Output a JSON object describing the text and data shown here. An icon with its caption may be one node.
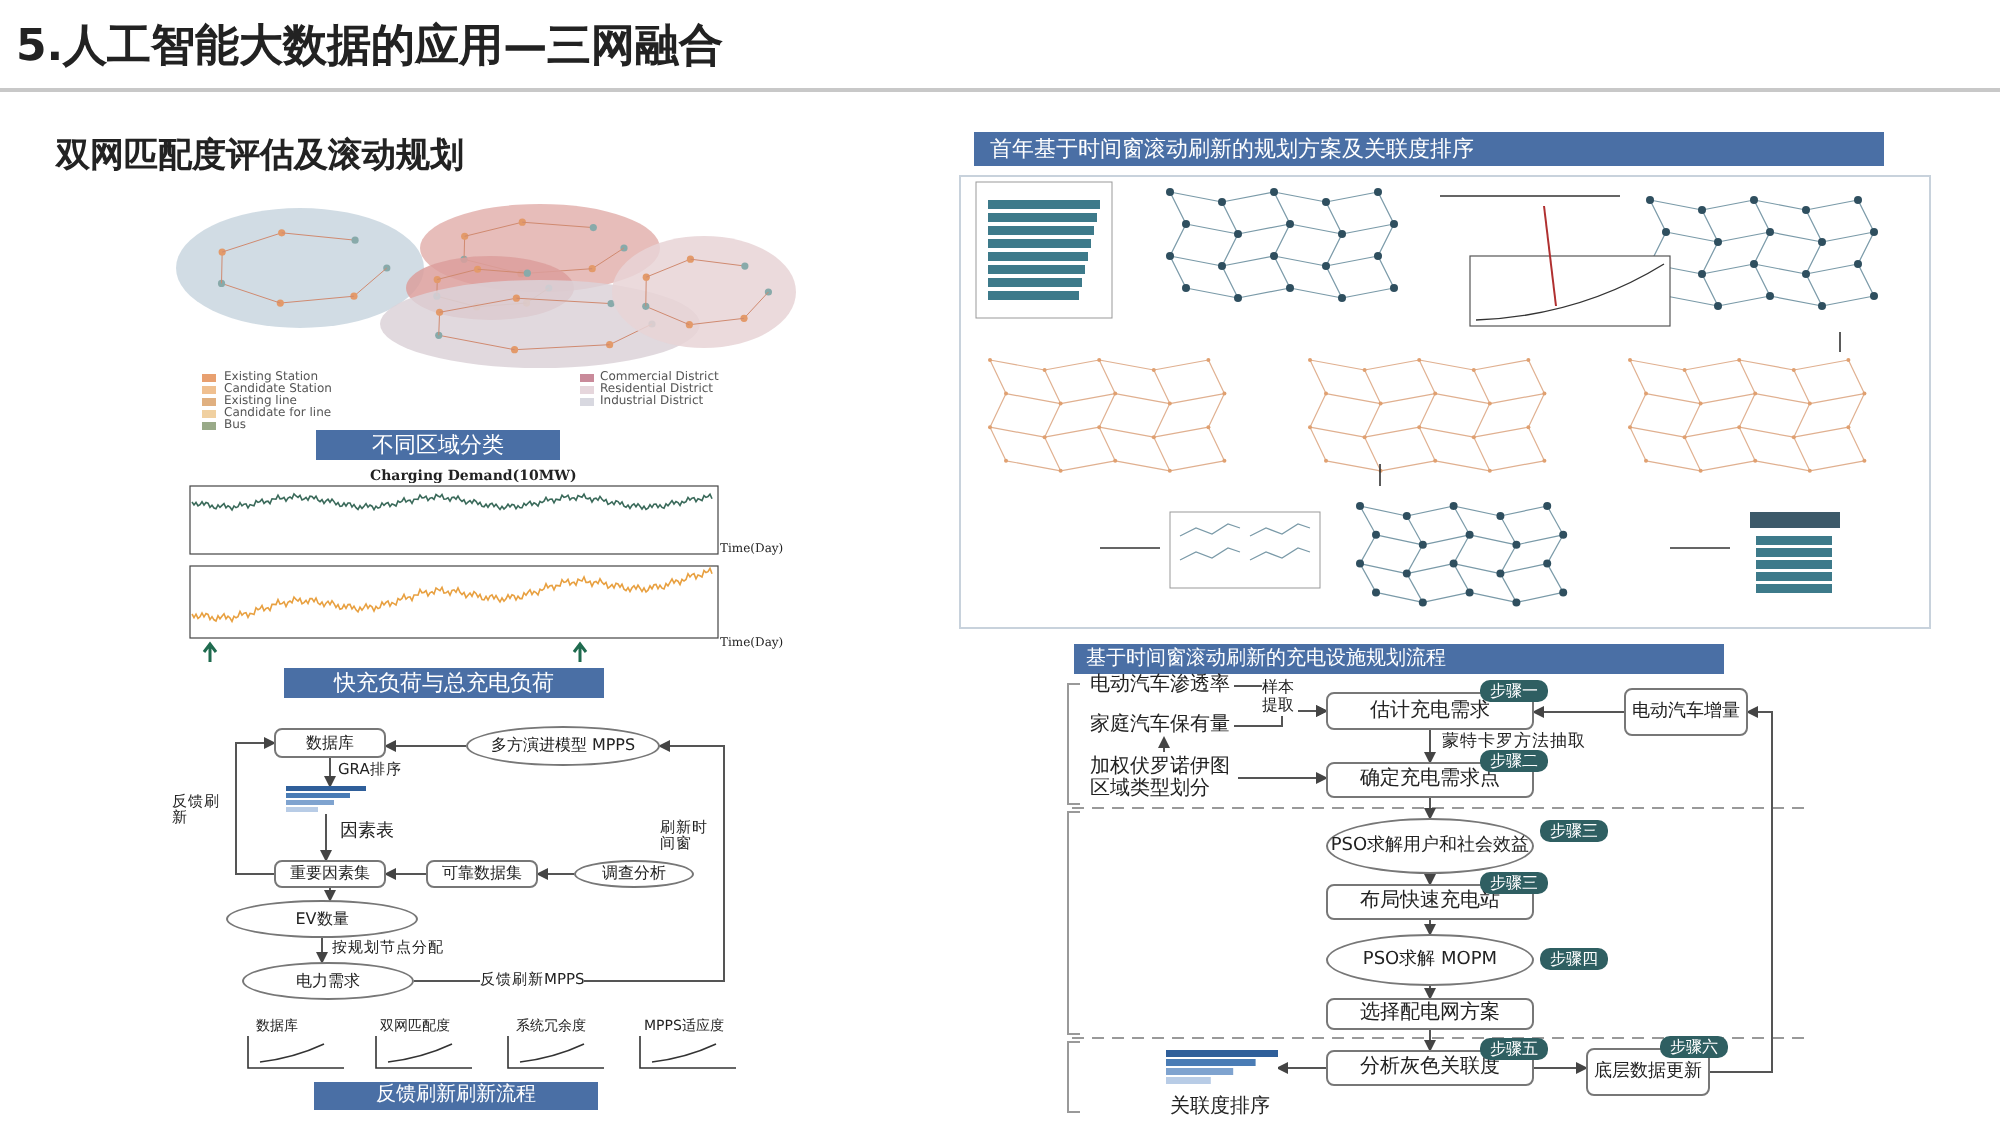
{
  "diagram": {
    "title": "5.人工智能大数据的应用—三网融合",
    "nodes": [
      {
        "text": [
          "电动汽车渗透率"
        ]
      },
      {
        "text": [
          "家庭汽车保有量"
        ]
      },
      {
        "text": [
          "加权伏罗诺伊图区域类型划分"
        ]
      },
      {
        "text": [
          "估计充电需求"
        ],
        "beside": [
          "步骤一"
        ]
      },
      {
        "text": [
          "电动汽车增量"
        ]
      },
      {
        "text": [
          "确定充电需求点"
        ],
        "beside": [
          "步骤二"
        ]
      },
      {
        "text": [
          "PSO求解用户和社会效益"
        ],
        "beside": [
          "步骤三"
        ]
      },
      {
        "text": [
          "布局快速充电站"
        ],
        "beside": [
          "步骤三"
        ]
      },
      {
        "text": [
          "PSO求解 MOPM"
        ],
        "beside": [
          "步骤四"
        ]
      },
      {
        "text": [
          "选择配电网方案"
        ]
      },
      {
        "text": [
          "分析灰色关联度"
        ],
        "beside": [
          "步骤五"
        ]
      },
      {
        "text": [
          "底层数据更新"
        ],
        "beside": [
          "步骤六"
        ]
      },
      {
        "text": [],
        "shape": "picture",
        "beside": [
          "关联度排序"
        ]
      },
      {
        "text": [
          "数据库"
        ]
      },
      {
        "text": [
          "多方演进模型 MPPS"
        ]
      },
      {
        "text": [],
        "shape": "picture",
        "beside": [
          "因素表"
        ]
      },
      {
        "text": [
          "重要因素集"
        ]
      },
      {
        "text": [
          "可靠数据集"
        ]
      },
      {
        "text": [
          "调查分析"
        ]
      },
      {
        "text": [
          "EV数量"
        ]
      },
      {
        "text": [
          "电力需求"
        ]
      }
    ],
    "edges": [
      {
        "from": 0,
        "to": 3,
        "arrow": "to",
        "label": "样本提取"
      },
      {
        "from": 1,
        "to": 3,
        "arrow": "to"
      },
      {
        "from": 2,
        "to": 1,
        "arrow": "to"
      },
      {
        "from": 2,
        "to": 5,
        "arrow": "to"
      },
      {
        "from": 3,
        "to": 5,
        "arrow": "to",
        "label": "蒙特卡罗方法抽取"
      },
      {
        "from": 4,
        "to": 3,
        "arrow": "to"
      },
      {
        "from": 5,
        "to": 6,
        "arrow": "to"
      },
      {
        "from": 6,
        "to": 7,
        "arrow": "to"
      },
      {
        "from": 7,
        "to": 8,
        "arrow": "to"
      },
      {
        "from": 8,
        "to": 9,
        "arrow": "to"
      },
      {
        "from": 9,
        "to": 10,
        "arrow": "to"
      },
      {
        "from": 10,
        "to": 12,
        "arrow": "to"
      },
      {
        "from": 10,
        "to": 11,
        "arrow": "to"
      },
      {
        "from": 11,
        "to": 4,
        "arrow": "to"
      },
      {
        "from": 14,
        "to": 13,
        "arrow": "to"
      },
      {
        "from": 13,
        "to": 15,
        "arrow": "to",
        "label": "GRA排序"
      },
      {
        "from": 15,
        "to": 16,
        "arrow": "to"
      },
      {
        "from": 17,
        "to": 16,
        "arrow": "to"
      },
      {
        "from": 18,
        "to": 17,
        "arrow": "to"
      },
      {
        "from": 16,
        "to": 19,
        "arrow": "to"
      },
      {
        "from": 19,
        "to": 20,
        "arrow": "to",
        "label": "按规划节点分配"
      },
      {
        "from": 20,
        "to": 14,
        "arrow": "to",
        "label": "反馈刷新MPPS"
      },
      {
        "from": 16,
        "to": 13,
        "arrow": "to",
        "label": "反馈刷新"
      }
    ],
    "labels": [
      "双网匹配度评估及滚动规划",
      "Existing Station",
      "Candidate Station",
      "Existing line",
      "Candidate for line",
      "Bus",
      "Commercial District",
      "Residential District",
      "Industrial District",
      "不同区域分类",
      "Charging Demand(10MW)",
      "Time(Day)",
      "Time(Day)",
      "快充负荷与总充电负荷",
      "刷新时间窗",
      "数据库",
      "双网匹配度",
      "系统冗余度",
      "MPPS适应度",
      "反馈刷新刷新流程",
      "首年基于时间窗滚动刷新的规划方案及关联度排序",
      "基于时间窗滚动刷新的充电设施规划流程"
    ]
  }
}
